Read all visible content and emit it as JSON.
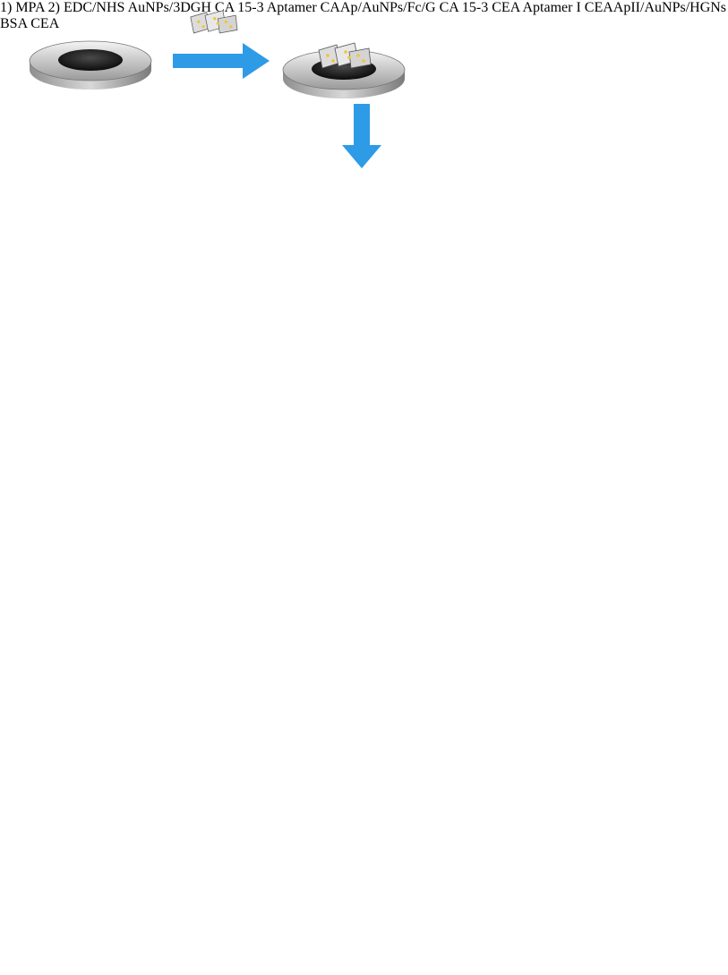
{
  "steps": {
    "step1": "1) MPA",
    "step2": "2) EDC/NHS"
  },
  "legend_left": [
    "AuNPs/3DGH",
    "CA 15-3 Aptamer",
    "CAAp/AuNPs/Fc/G",
    "CA 15-3"
  ],
  "legend_right": [
    "CEA Aptamer I",
    "CEAApII/AuNPs/HGNs",
    "BSA",
    "CEA"
  ],
  "colors": {
    "arrow": "#2e9be6",
    "ca153_aptamer": "#2e9e2e",
    "cea_aptamer": "#9b1b1b",
    "ca153": "#ff3ba0",
    "cea": "#7b1f8f",
    "bsa": "#ff5a00",
    "apII": "#2f6fc0",
    "gold": "#f2c531",
    "electrode": "#bfbfbf",
    "well": "#2a2a2a"
  }
}
